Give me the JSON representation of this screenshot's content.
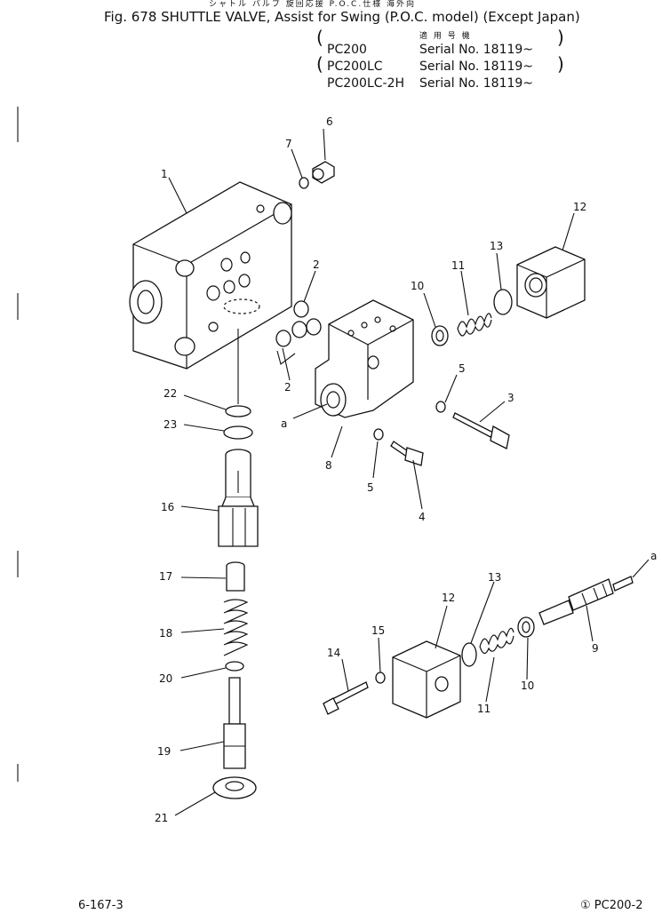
{
  "header": {
    "jp_title": "シャトル バルブ 旋回応援 P.O.C.仕様 海外向",
    "figure_title": "Fig. 678  SHUTTLE VALVE, Assist for Swing (P.O.C. model) (Except Japan)",
    "applicable_label": "適 用 号 機",
    "models": [
      {
        "model": "PC200",
        "serial": "Serial No. 18119~"
      },
      {
        "model": "PC200LC",
        "serial": "Serial No. 18119~"
      },
      {
        "model": "PC200LC-2H",
        "serial": "Serial No. 18119~"
      }
    ]
  },
  "callouts": {
    "n1": "1",
    "n2a": "2",
    "n2b": "2",
    "n3": "3",
    "n4": "4",
    "n5a": "5",
    "n5b": "5",
    "n6": "6",
    "n7": "7",
    "n8": "8",
    "n9": "9",
    "n10a": "10",
    "n10b": "10",
    "n11a": "11",
    "n11b": "11",
    "n12a": "12",
    "n12b": "12",
    "n13a": "13",
    "n13b": "13",
    "n14": "14",
    "n15": "15",
    "n16": "16",
    "n17": "17",
    "n18": "18",
    "n19": "19",
    "n20": "20",
    "n21": "21",
    "n22": "22",
    "n23": "23",
    "a1": "a",
    "a2": "a"
  },
  "footer": {
    "page_code": "6-167-3",
    "model_ref": "① PC200-2"
  }
}
